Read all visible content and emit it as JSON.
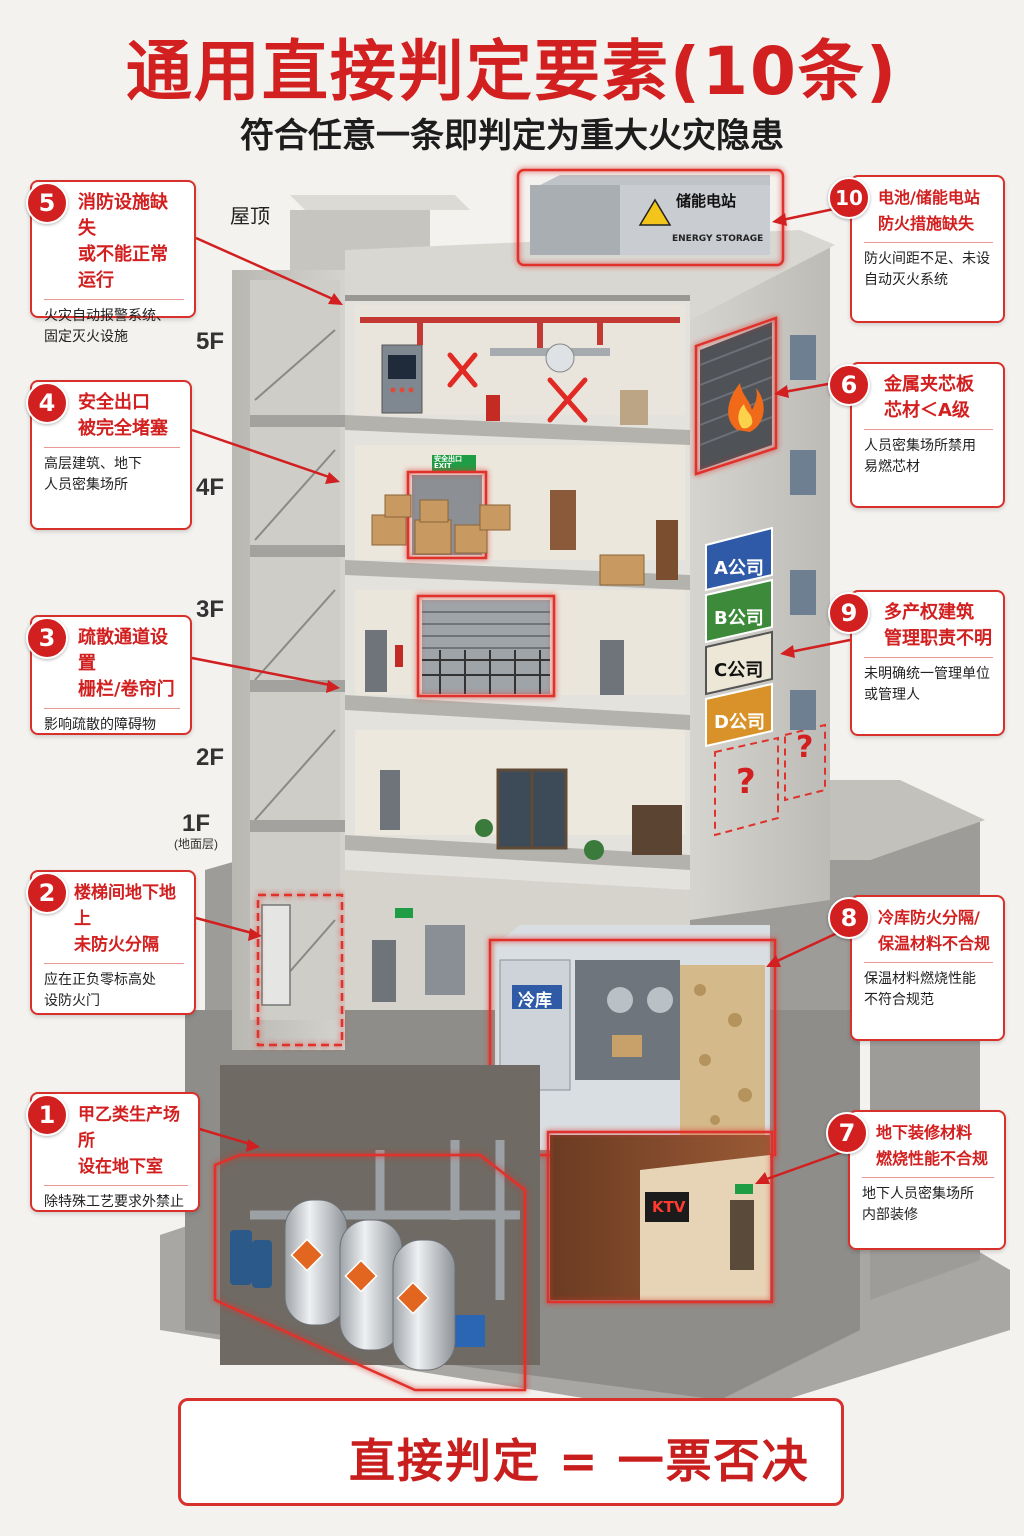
{
  "header": {
    "title": "通用直接判定要素(10条)",
    "subtitle": "符合任意一条即判定为重大火灾隐患"
  },
  "labels": {
    "roof": "屋顶",
    "floors": [
      "5F",
      "4F",
      "3F",
      "2F",
      "1F"
    ],
    "ground_note": "(地面层)"
  },
  "signs": {
    "energy_storage_cn": "储能电站",
    "energy_storage_en": "ENERGY STORAGE",
    "exit": "安全出口 EXIT",
    "cold_storage": "冷库",
    "ktv": "KTV",
    "companies": [
      "A公司",
      "B公司",
      "C公司",
      "D公司"
    ],
    "unknown": "?"
  },
  "callouts": [
    {
      "num": "5",
      "title": "消防设施缺失\n或不能正常运行",
      "desc": "火灾自动报警系统、\n固定灭火设施"
    },
    {
      "num": "4",
      "title": "安全出口\n被完全堵塞",
      "desc": "高层建筑、地下\n人员密集场所"
    },
    {
      "num": "3",
      "title": "疏散通道设置\n栅栏/卷帘门",
      "desc": "影响疏散的障碍物"
    },
    {
      "num": "2",
      "title": "楼梯间地下地上\n未防火分隔",
      "desc": "应在正负零标高处\n设防火门"
    },
    {
      "num": "1",
      "title": "甲乙类生产场所\n设在地下室",
      "desc": "除特殊工艺要求外禁止"
    },
    {
      "num": "10",
      "title": "电池/储能电站\n防火措施缺失",
      "desc": "防火间距不足、未设\n自动灭火系统"
    },
    {
      "num": "6",
      "title": "金属夹芯板\n芯材＜A级",
      "desc": "人员密集场所禁用\n易燃芯材"
    },
    {
      "num": "9",
      "title": "多产权建筑\n管理职责不明",
      "desc": "未明确统一管理单位\n或管理人"
    },
    {
      "num": "8",
      "title": "冷库防火分隔/\n保温材料不合规",
      "desc": "保温材料燃烧性能\n不符合规范"
    },
    {
      "num": "7",
      "title": "地下装修材料\n燃烧性能不合规",
      "desc": "地下人员密集场所\n内部装修"
    }
  ],
  "footer": {
    "warning_icon": "warning-triangle-icon",
    "text": "直接判定 = 一票否决"
  },
  "colors": {
    "accent_red": "#d21f1f",
    "background": "#f3f2ef",
    "concrete": "#c9c7c2",
    "company_a": "#2f5aa8",
    "company_b": "#3c8a3a",
    "company_c": "#ece7d6",
    "company_d": "#d9922a"
  }
}
